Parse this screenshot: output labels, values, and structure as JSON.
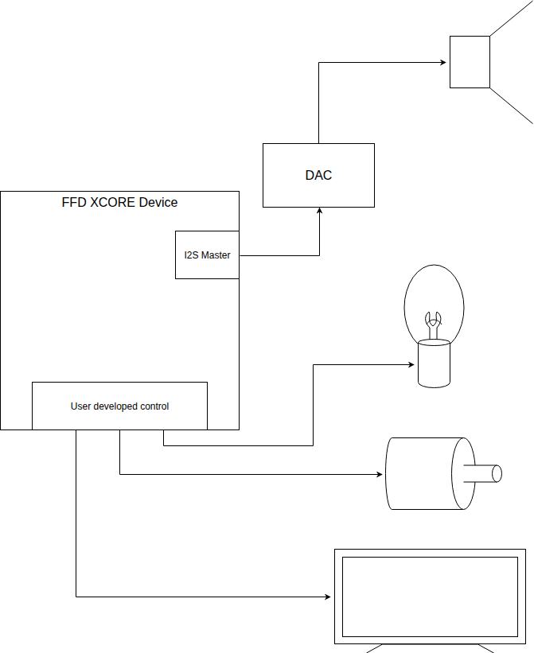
{
  "diagram": {
    "nodes": [
      {
        "text": [
          "DAC"
        ]
      },
      {
        "text": [
          "FFD XCORE Device"
        ]
      },
      {
        "text": [
          "I2S Master"
        ],
        "in": 1
      },
      {
        "text": [
          "User developed control"
        ],
        "in": 1
      }
    ],
    "edges": [
      {
        "from": 2,
        "to": 0,
        "arrow": "to"
      }
    ]
  }
}
